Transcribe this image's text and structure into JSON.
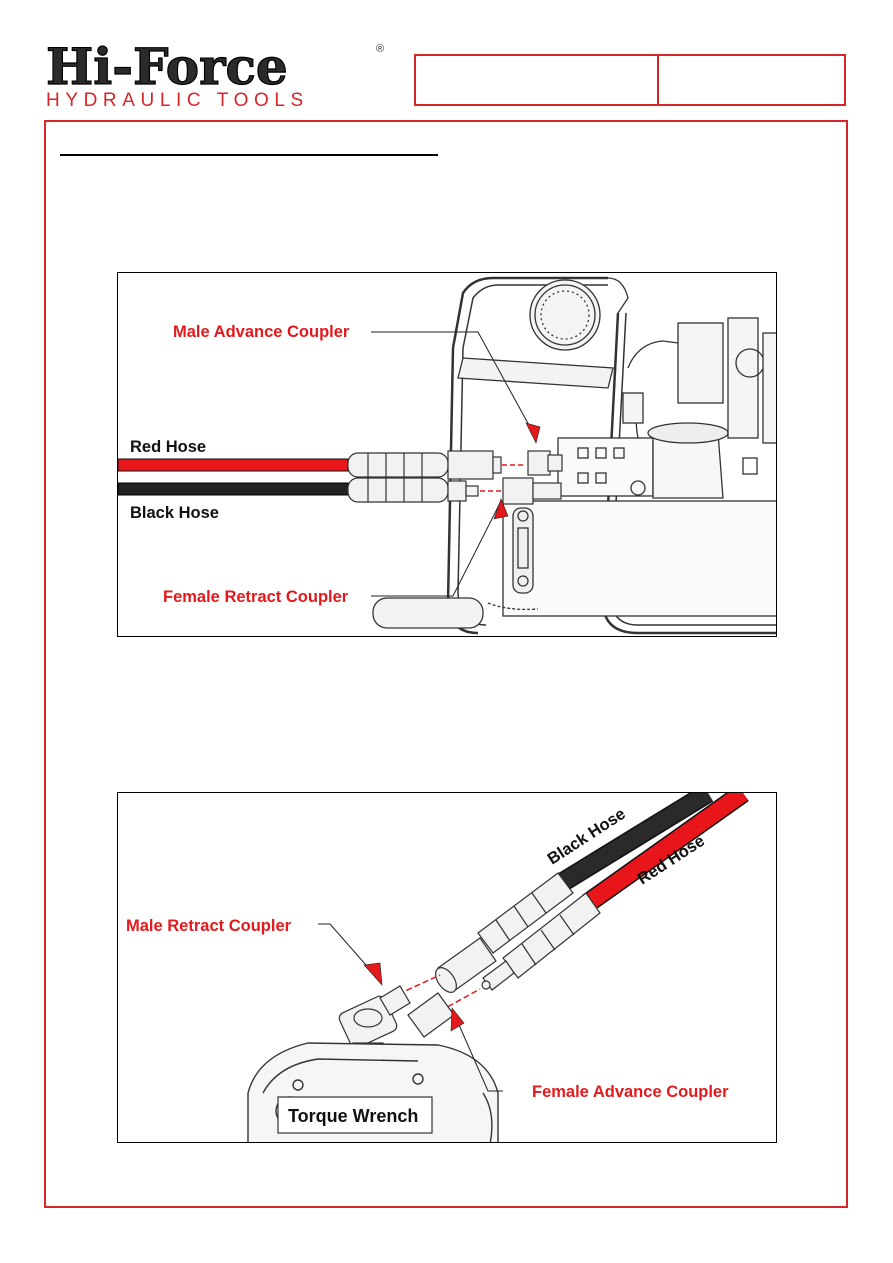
{
  "header": {
    "brand_name": "Hi-Force",
    "brand_registered": "®",
    "brand_tagline": "HYDRAULIC TOOLS",
    "box_left_text": "",
    "box_right_text": ""
  },
  "colors": {
    "brand_red": "#d6262a",
    "label_red": "#e3191c",
    "hose_red": "#e8151a",
    "hose_black": "#222222"
  },
  "figure_1": {
    "labels": {
      "male_advance": "Male Advance Coupler",
      "red_hose": "Red Hose",
      "black_hose": "Black Hose",
      "female_retract": "Female Retract Coupler"
    }
  },
  "figure_2": {
    "labels": {
      "black_hose": "Black Hose",
      "red_hose": "Red Hose",
      "male_retract": "Male Retract Coupler",
      "female_advance": "Female Advance Coupler",
      "torque_wrench": "Torque Wrench"
    }
  }
}
